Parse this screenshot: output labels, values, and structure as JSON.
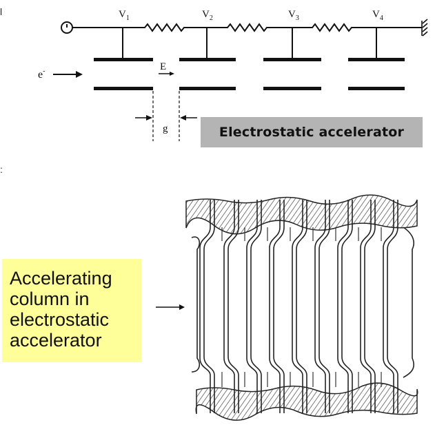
{
  "schematic": {
    "voltage_labels": [
      {
        "name": "V",
        "sub": "1"
      },
      {
        "name": "V",
        "sub": "2"
      },
      {
        "name": "V",
        "sub": "3"
      },
      {
        "name": "V",
        "sub": "4"
      }
    ],
    "electron_label": "e",
    "electron_sup": "-",
    "field_label": "E",
    "gap_label": "g"
  },
  "captions": {
    "top": "Electrostatic accelerator",
    "side_lines": [
      "Accelerating",
      "column in",
      "electrostatic",
      "accelerator"
    ]
  },
  "edge_marks": [
    "l",
    ":"
  ]
}
